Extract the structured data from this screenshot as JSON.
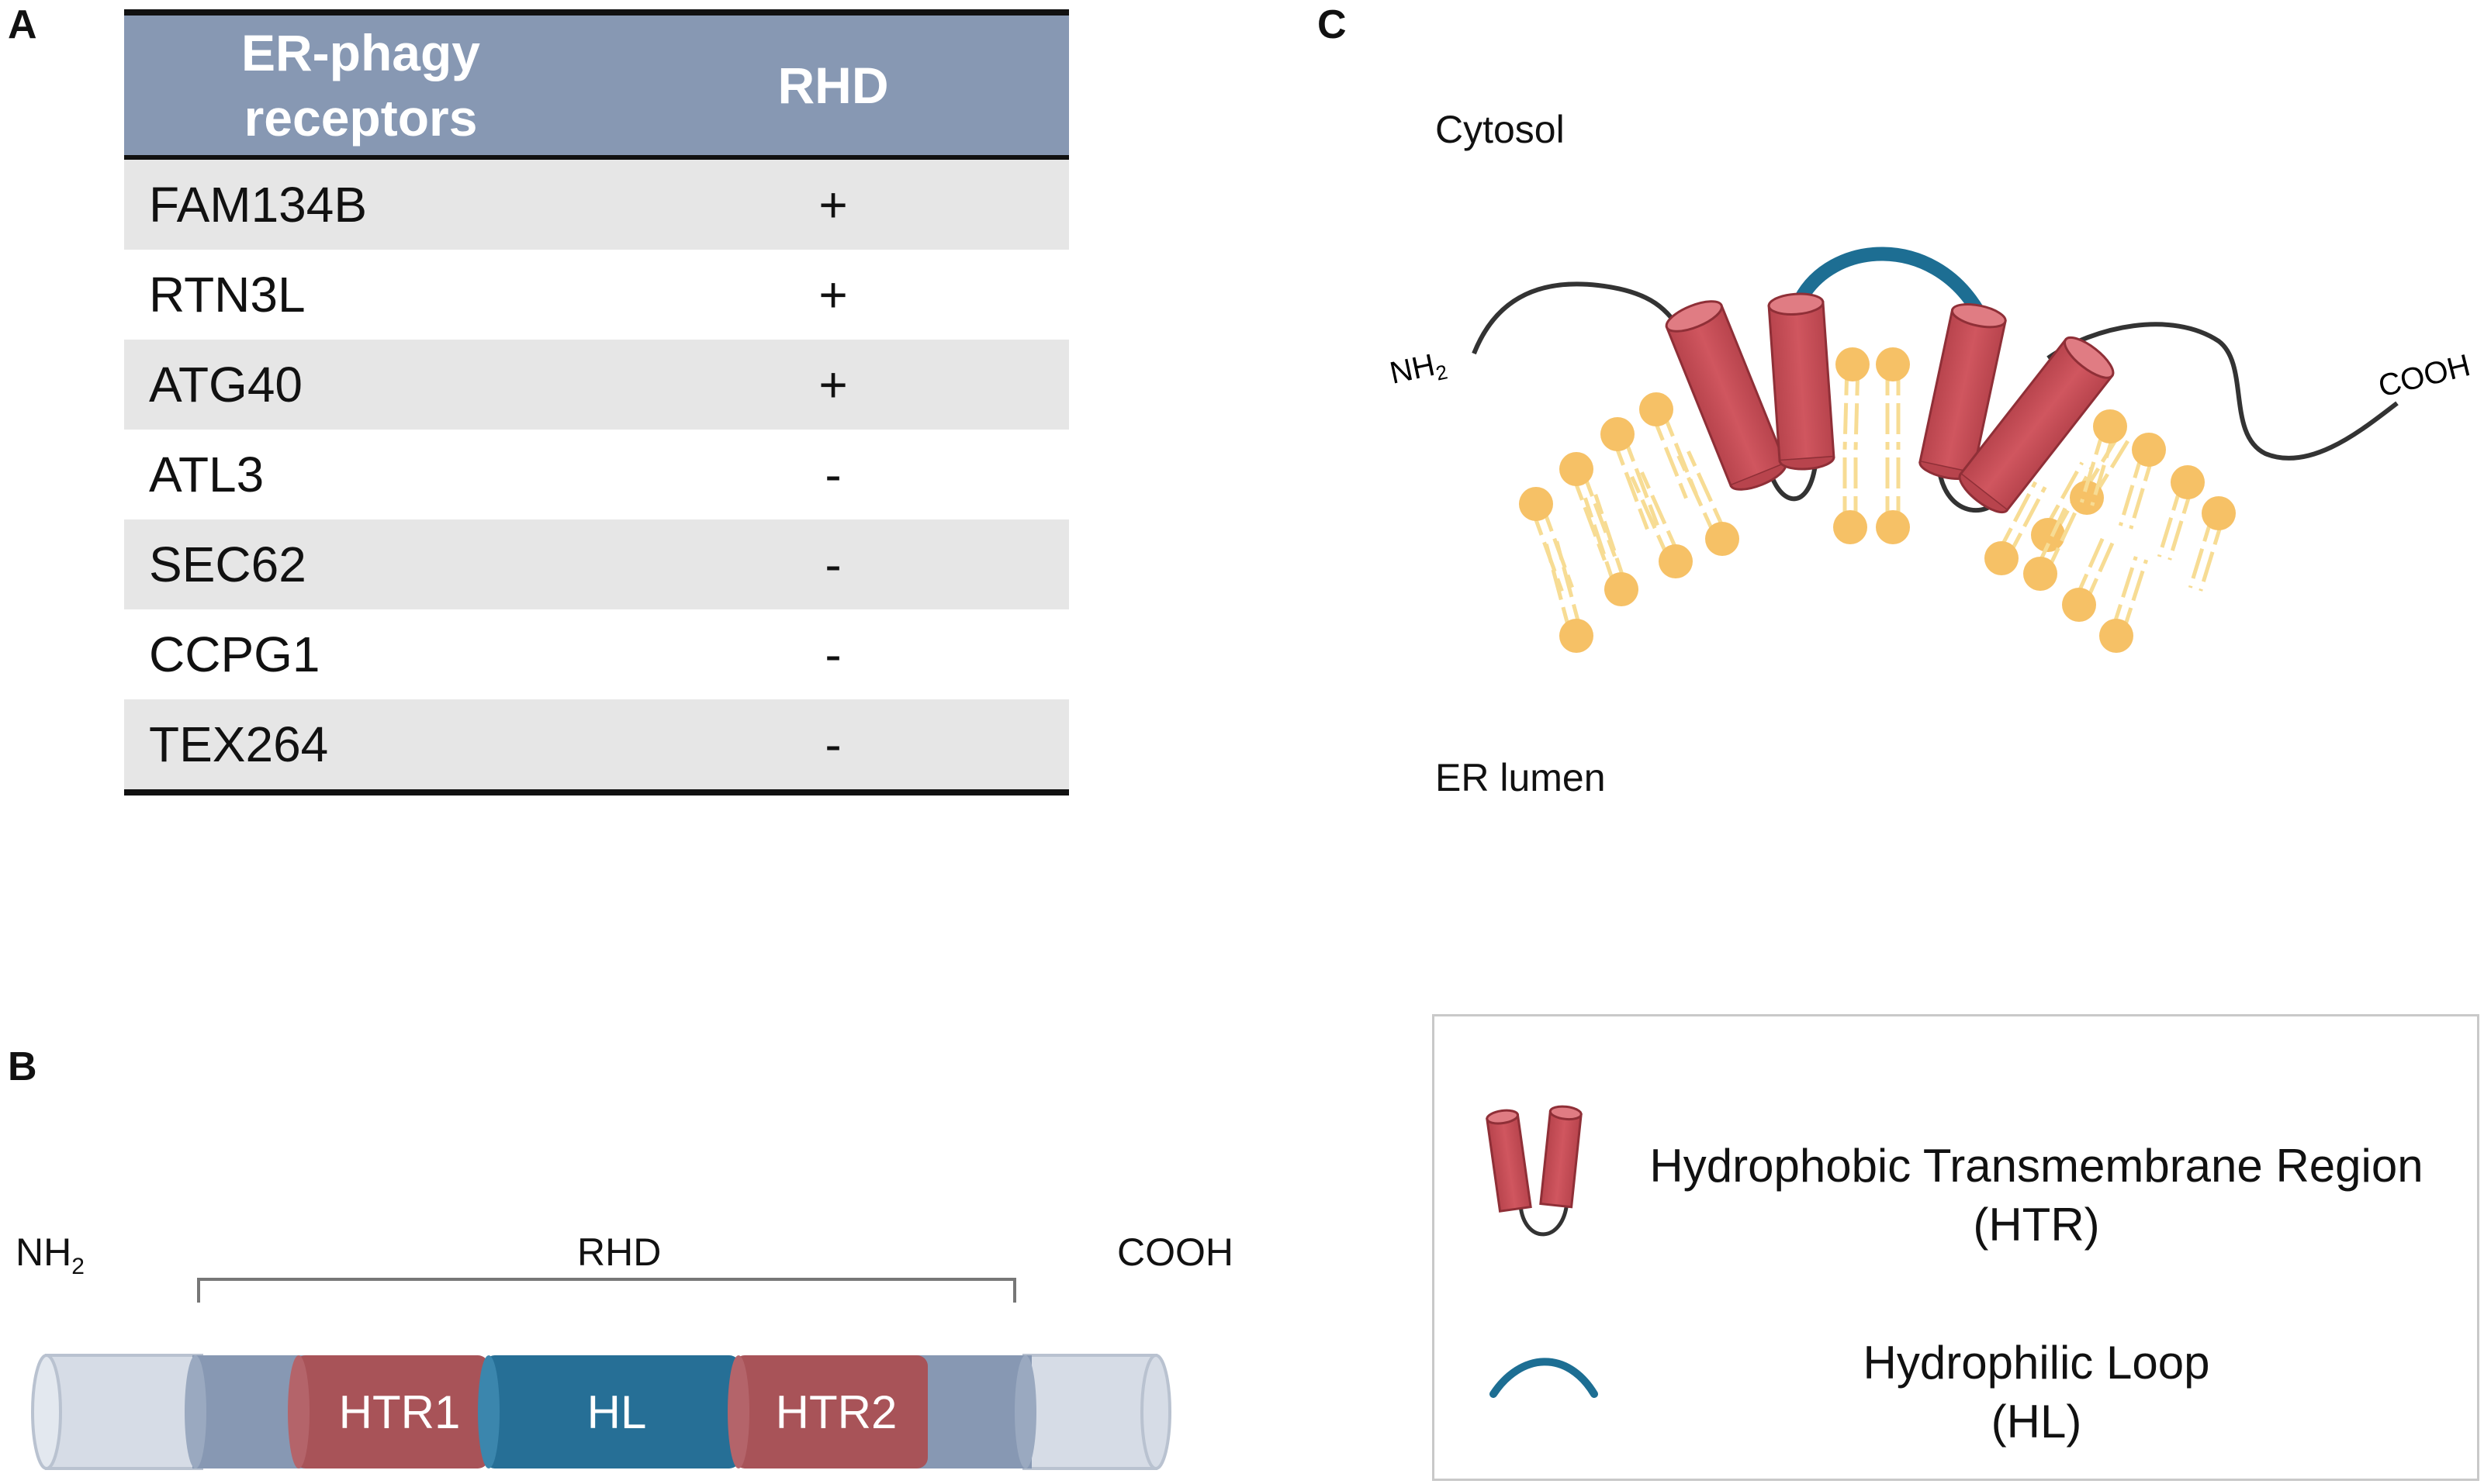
{
  "panels": {
    "a": "A",
    "b": "B",
    "c": "C"
  },
  "table": {
    "headers": [
      "ER-phagy\nreceptors",
      "RHD"
    ],
    "rows": [
      {
        "receptor": "FAM134B",
        "rhd": "+"
      },
      {
        "receptor": "RTN3L",
        "rhd": "+"
      },
      {
        "receptor": "ATG40",
        "rhd": "+"
      },
      {
        "receptor": "ATL3",
        "rhd": "-"
      },
      {
        "receptor": "SEC62",
        "rhd": "-"
      },
      {
        "receptor": "CCPG1",
        "rhd": "-"
      },
      {
        "receptor": "TEX264",
        "rhd": "-"
      }
    ]
  },
  "domain_map": {
    "nterm": "NH",
    "nterm_sub": "2",
    "region_label": "RHD",
    "cterm": "COOH",
    "segments": [
      "HTR1",
      "HL",
      "HTR2"
    ]
  },
  "topology": {
    "cytosol": "Cytosol",
    "lumen": "ER lumen",
    "nterm": "NH",
    "nterm_sub": "2",
    "cterm": "COOH"
  },
  "legend": {
    "htr_line1": "Hydrophobic Transmembrane Region",
    "htr_line2": "(HTR)",
    "hl_line1": "Hydrophilic Loop",
    "hl_line2": "(HL)"
  },
  "colors": {
    "header_bg": "#8798b3",
    "row_alt": "#e6e6e6",
    "htr": "#c9535c",
    "hl": "#1d6e93",
    "rhd_flank": "#8798b3",
    "terminus": "#d6dce6",
    "lipid_head": "#f6c166",
    "lipid_tail": "#f7dc94"
  }
}
